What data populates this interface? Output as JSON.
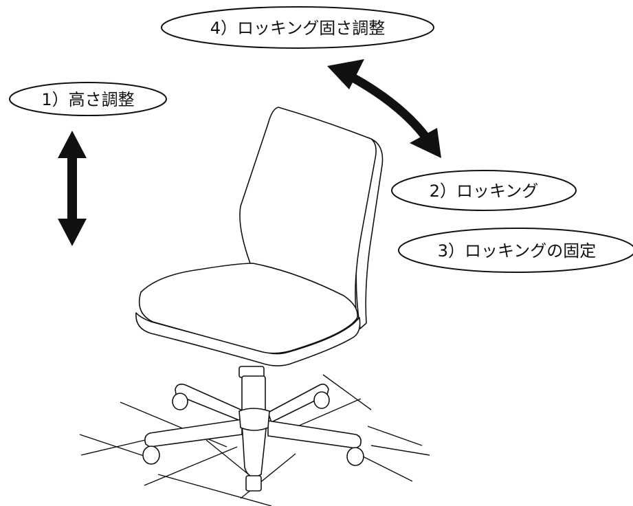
{
  "labels": {
    "height_adjust": "1）高さ調整",
    "rocking": "2）ロッキング",
    "rocking_lock": "3）ロッキングの固定",
    "rocking_tension": "4）ロッキング固さ調整"
  },
  "colors": {
    "line": "#111111",
    "background": "#ffffff"
  },
  "icons": {
    "vertical_arrow": "double-arrow-vertical",
    "curved_arrow": "double-arrow-curved"
  }
}
